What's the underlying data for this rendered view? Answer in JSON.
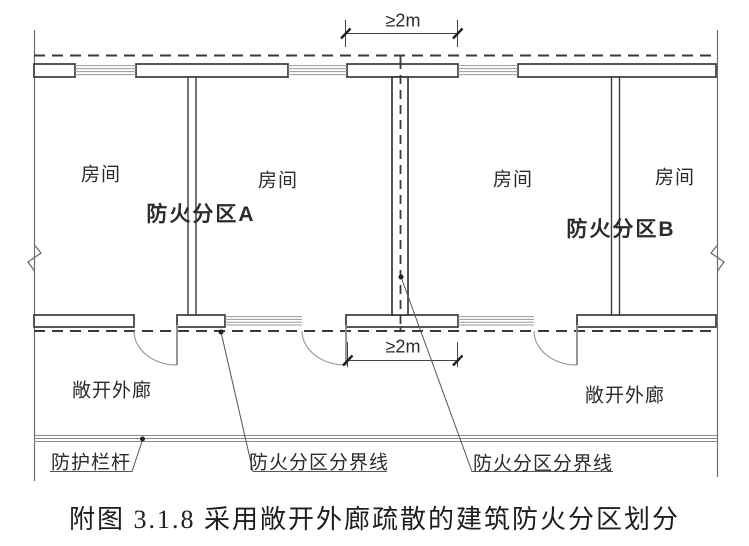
{
  "figure": {
    "dim_top": "≥2m",
    "dim_bottom": "≥2m",
    "rooms": [
      "房间",
      "房间",
      "房间",
      "房间"
    ],
    "zone_a": "防火分区A",
    "zone_b": "防火分区B",
    "corridor_left": "敞开外廊",
    "corridor_right": "敞开外廊",
    "railing_label": "防护栏杆",
    "boundary_label_left": "防火分区分界线",
    "boundary_label_right": "防火分区分界线"
  },
  "caption": "附图 3.1.8 采用敞开外廊疏散的建筑防火分区划分",
  "colors": {
    "wall_line": "#3a3a3a",
    "light_line": "#9a9a9a",
    "leader_line": "#555555",
    "text": "#2b2b2b"
  }
}
